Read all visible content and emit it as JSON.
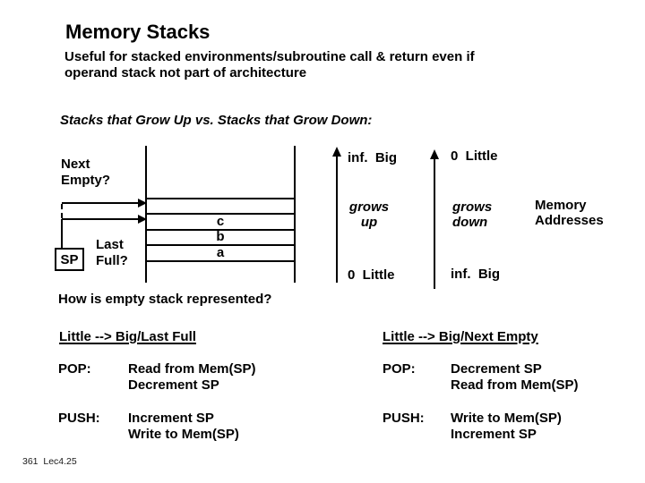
{
  "colors": {
    "ink": "#000000",
    "background": "#ffffff"
  },
  "title": "Memory Stacks",
  "intro": {
    "line1": "Useful for stacked environments/subroutine call & return even if",
    "line2": "operand stack not part of architecture"
  },
  "section_heading": "Stacks that Grow Up vs. Stacks that Grow Down:",
  "diagram": {
    "next_empty": {
      "line1": "Next",
      "line2": "Empty?"
    },
    "sp_register": "SP",
    "last_full": {
      "line1": "Last",
      "line2": "Full?"
    },
    "cells": [
      "c",
      "b",
      "a"
    ],
    "grow_up_axis": {
      "top_label": "inf.  Big",
      "mid_line1": "grows",
      "mid_line2": "up",
      "bottom_label": "0  Little"
    },
    "grow_down_axis": {
      "top_label": "0  Little",
      "mid_line1": "grows",
      "mid_line2": "down",
      "bottom_label": "inf.  Big"
    },
    "memory_addresses": {
      "line1": "Memory",
      "line2": "Addresses"
    }
  },
  "question": "How is empty stack represented?",
  "columns": [
    {
      "heading": "Little --> Big/Last Full",
      "pop_label": "POP:",
      "pop_line1": "Read from Mem(SP)",
      "pop_line2": "Decrement SP",
      "push_label": "PUSH:",
      "push_line1": "Increment SP",
      "push_line2": "Write to Mem(SP)"
    },
    {
      "heading": "Little --> Big/Next Empty",
      "pop_label": "POP:",
      "pop_line1": "Decrement SP",
      "pop_line2": "Read from Mem(SP)",
      "push_label": "PUSH:",
      "push_line1": "Write to Mem(SP)",
      "push_line2": "Increment SP"
    }
  ],
  "footer": "361  Lec4.25"
}
